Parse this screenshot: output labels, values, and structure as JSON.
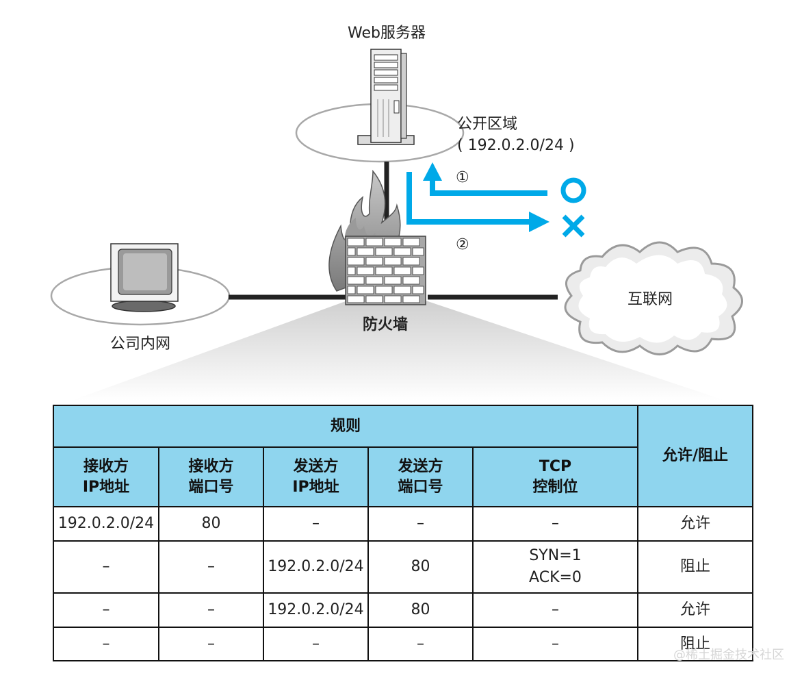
{
  "diagram": {
    "server_label": "Web服务器",
    "public_zone_label": "公开区域",
    "public_zone_subnet": "( 192.0.2.0/24 )",
    "firewall_label": "防火墙",
    "intranet_label": "公司内网",
    "internet_label": "互联网",
    "flow1_marker": "①",
    "flow2_marker": "②",
    "allow_symbol": "○",
    "block_symbol": "×",
    "accent_color": "#00a9e8",
    "header_color": "#8fd5ee"
  },
  "table": {
    "group_header": "规则",
    "result_header": "允许/阻止",
    "columns": [
      "接收方\nIP地址",
      "接收方\n端口号",
      "发送方\nIP地址",
      "发送方\n端口号",
      "TCP\n控制位"
    ],
    "rows": [
      [
        "192.0.2.0/24",
        "80",
        "–",
        "–",
        "–",
        "允许"
      ],
      [
        "–",
        "–",
        "192.0.2.0/24",
        "80",
        "SYN=1\nACK=0",
        "阻止"
      ],
      [
        "–",
        "–",
        "192.0.2.0/24",
        "80",
        "–",
        "允许"
      ],
      [
        "–",
        "–",
        "–",
        "–",
        "–",
        "阻止"
      ]
    ]
  },
  "watermark": "@稀土掘金技术社区"
}
